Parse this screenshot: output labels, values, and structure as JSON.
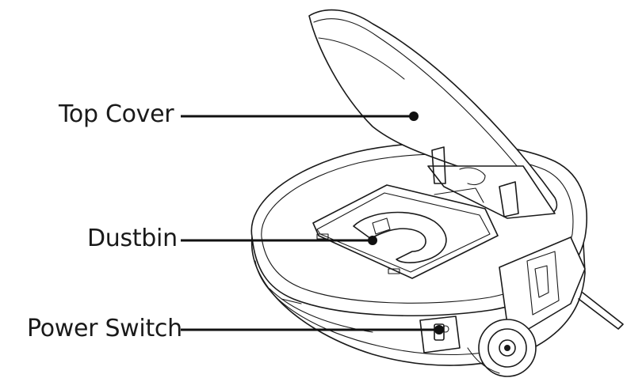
{
  "labels": {
    "top_cover": "Top Cover",
    "dustbin": "Dustbin",
    "power_switch": "Power Switch"
  },
  "colors": {
    "line": "#1a1a1a",
    "background": "#ffffff"
  }
}
